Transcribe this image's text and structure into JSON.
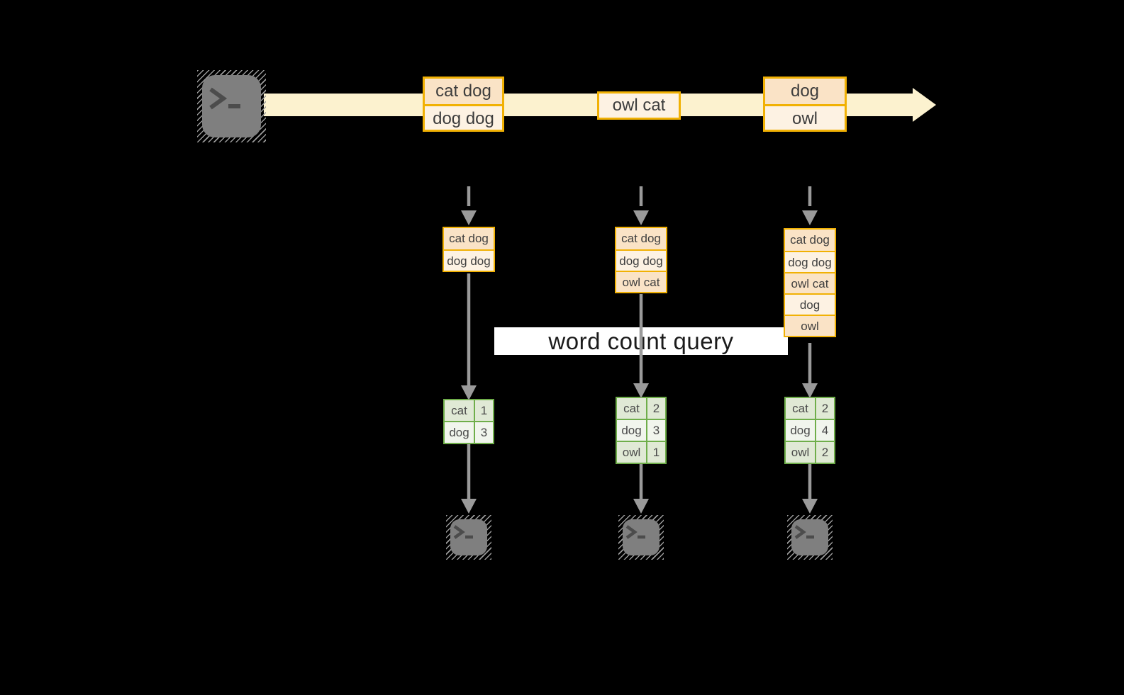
{
  "stream": {
    "event_groups": [
      {
        "rows": [
          "cat dog",
          "dog dog"
        ]
      },
      {
        "rows": [
          "owl cat"
        ]
      },
      {
        "rows": [
          "dog",
          "owl"
        ]
      }
    ]
  },
  "query": {
    "label": "word count query"
  },
  "columns": [
    {
      "buffer_rows": [
        "cat dog",
        "dog dog"
      ],
      "counts": [
        {
          "word": "cat",
          "count": "1"
        },
        {
          "word": "dog",
          "count": "3"
        }
      ]
    },
    {
      "buffer_rows": [
        "cat dog",
        "dog dog",
        "owl cat"
      ],
      "counts": [
        {
          "word": "cat",
          "count": "2"
        },
        {
          "word": "dog",
          "count": "3"
        },
        {
          "word": "owl",
          "count": "1"
        }
      ]
    },
    {
      "buffer_rows": [
        "cat dog",
        "dog dog",
        "owl cat",
        "dog",
        "owl"
      ],
      "counts": [
        {
          "word": "cat",
          "count": "2"
        },
        {
          "word": "dog",
          "count": "4"
        },
        {
          "word": "owl",
          "count": "2"
        }
      ]
    }
  ],
  "icons": {
    "source": "terminal-icon",
    "sinks": [
      "terminal-icon",
      "terminal-icon",
      "terminal-icon"
    ],
    "stream_arrow": "right-arrow-icon",
    "column_arrows": "down-arrow-icon"
  },
  "colors": {
    "background": "#000000",
    "stream_band": "#fcf2cf",
    "event_border": "#f1b104",
    "event_row_dark": "#fae3c6",
    "event_row_light": "#fdf2e3",
    "table_border": "#6fae4a",
    "table_row_dark": "#e0e9d5",
    "table_row_light": "#f1f5ed",
    "arrow_gray": "#9a9a9a",
    "terminal_gray": "#7f7f7f",
    "query_bar_bg": "#ffffff",
    "query_text": "#1b1b1b"
  }
}
